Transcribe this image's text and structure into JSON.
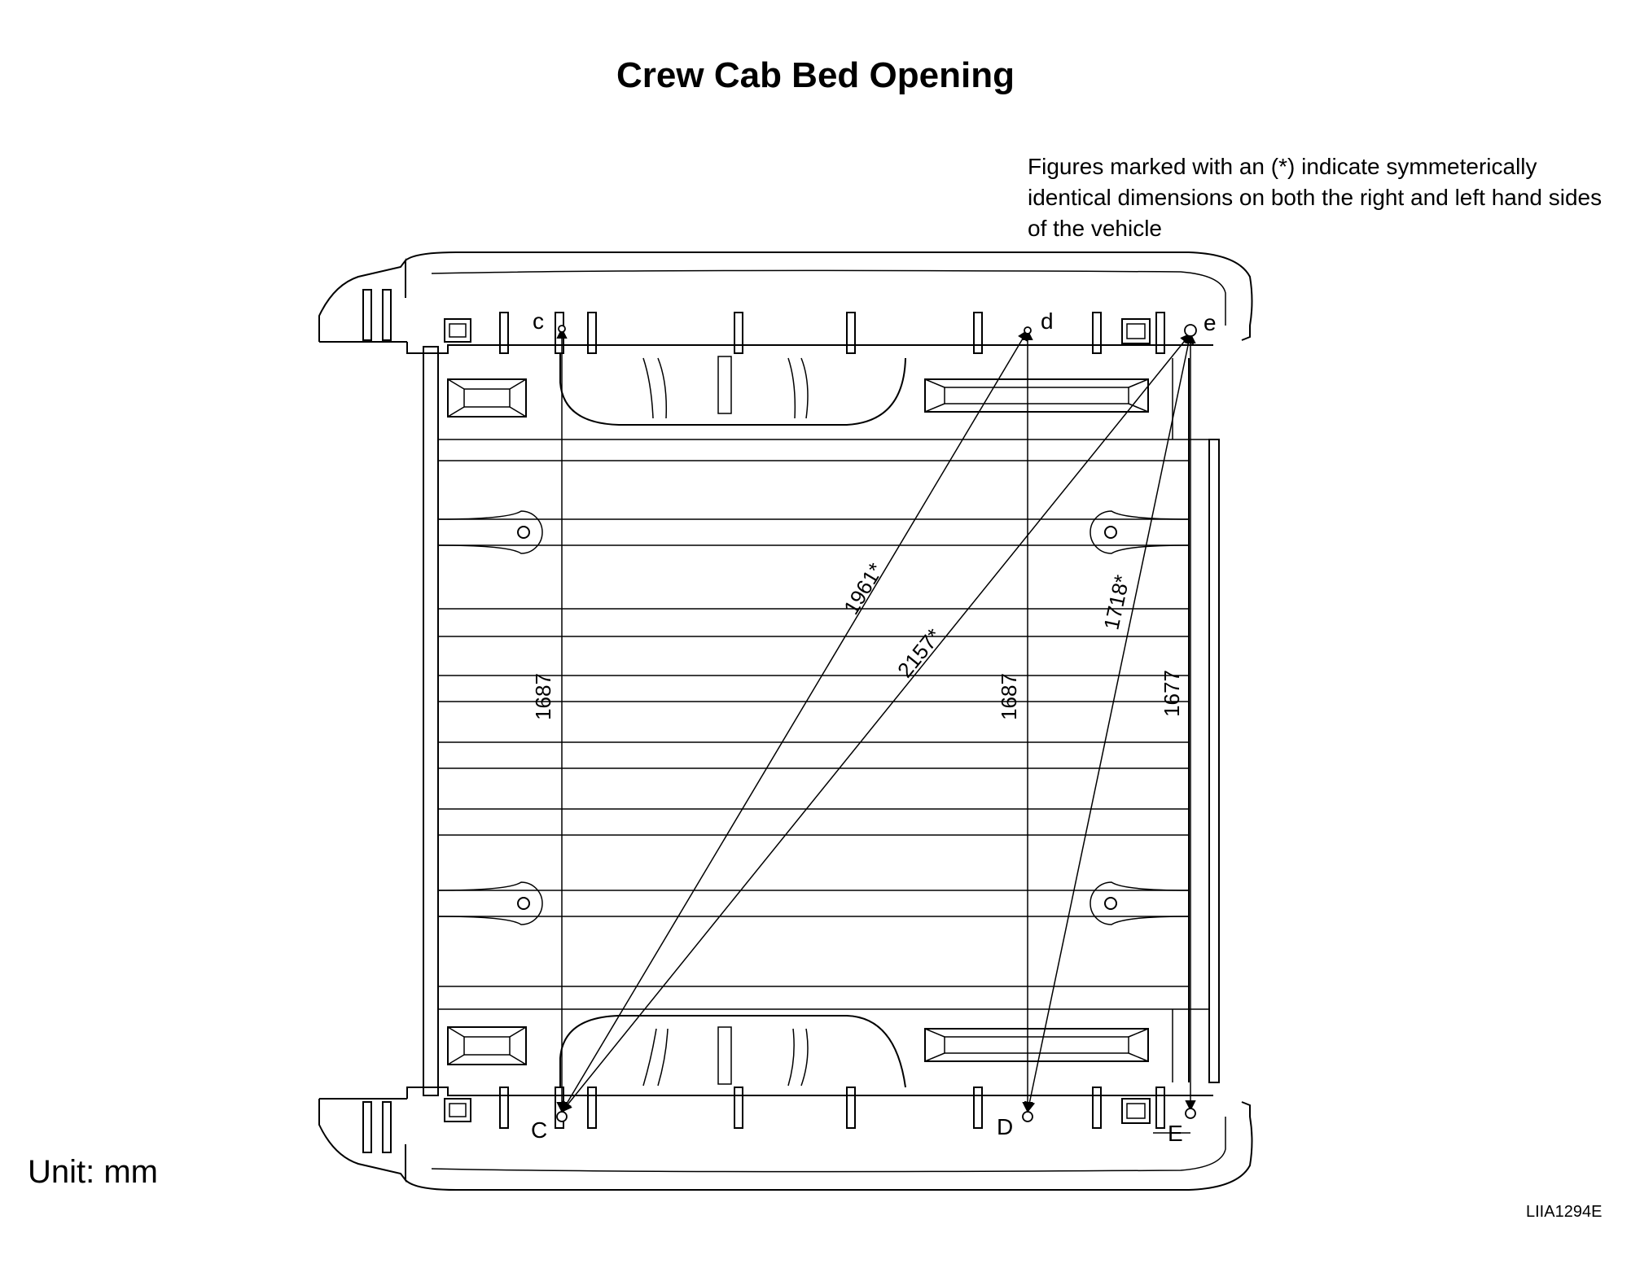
{
  "title": "Crew Cab Bed Opening",
  "note": "Figures marked with an (*) indicate symmeterically identical dimensions on both the right and left hand sides of the vehicle",
  "unit_label": "Unit: mm",
  "figure_code": "LIIA1294E",
  "points": {
    "c": "c",
    "d": "d",
    "e": "e",
    "C": "C",
    "D": "D",
    "E": "E"
  },
  "dimensions": {
    "c_C": "1687",
    "d_D": "1687",
    "e_E": "1677",
    "d_C": "1961*",
    "e_C": "2157*",
    "e_D": "1718*"
  }
}
